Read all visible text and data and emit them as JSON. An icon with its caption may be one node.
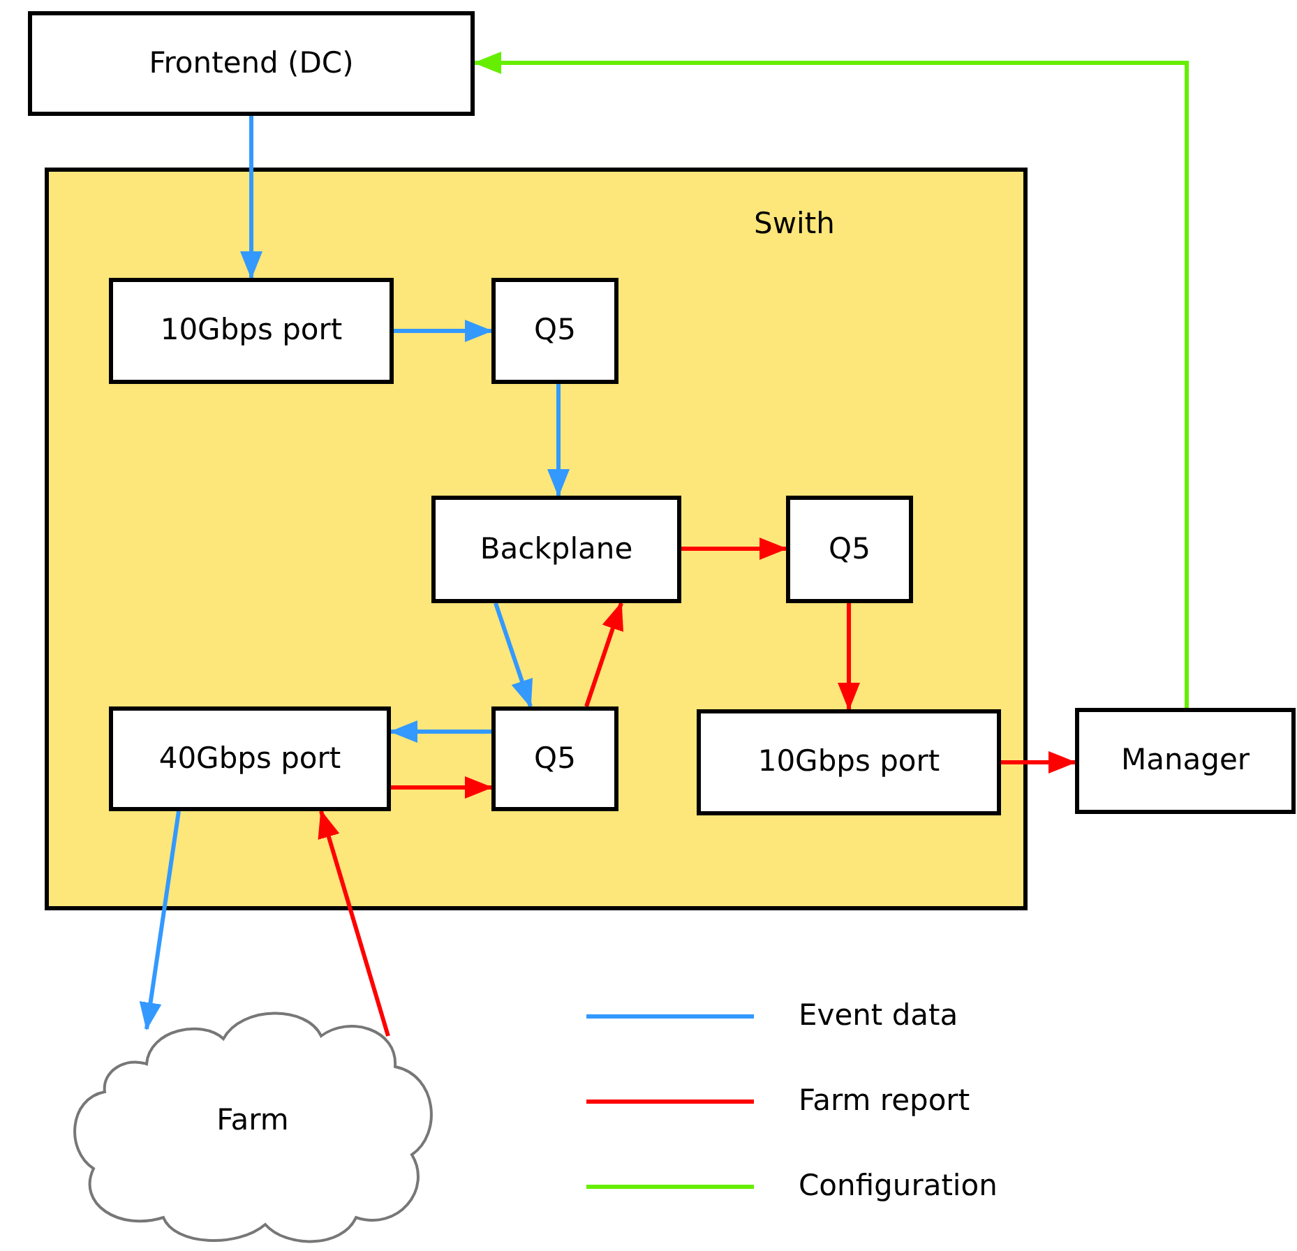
{
  "diagram": {
    "nodes": [
      {
        "text": [
          "Frontend (DC)"
        ]
      },
      {
        "text": [
          "Swith"
        ]
      },
      {
        "text": [
          "10Gbps port"
        ],
        "in": 1
      },
      {
        "text": [
          "Q5"
        ],
        "in": 1
      },
      {
        "text": [
          "Backplane"
        ],
        "in": 1
      },
      {
        "text": [
          "Q5"
        ],
        "in": 1
      },
      {
        "text": [
          "40Gbps port"
        ],
        "in": 1
      },
      {
        "text": [
          "Q5"
        ],
        "in": 1
      },
      {
        "text": [
          "10Gbps port"
        ],
        "in": 1
      },
      {
        "text": [
          "Manager"
        ]
      },
      {
        "text": [
          "Farm"
        ]
      }
    ],
    "edges": [
      {
        "from": 0,
        "to": 2,
        "arrow": "to",
        "color": "#3399ff"
      },
      {
        "from": 2,
        "to": 3,
        "arrow": "to",
        "color": "#3399ff"
      },
      {
        "from": 3,
        "to": 4,
        "arrow": "to",
        "color": "#3399ff"
      },
      {
        "from": 4,
        "to": 5,
        "arrow": "to",
        "color": "#ff0000"
      },
      {
        "from": 5,
        "to": 8,
        "arrow": "to",
        "color": "#ff0000"
      },
      {
        "from": 8,
        "to": 9,
        "arrow": "to",
        "color": "#ff0000"
      },
      {
        "from": 9,
        "to": 0,
        "arrow": "to",
        "color": "#66ee00"
      },
      {
        "from": 4,
        "to": 7,
        "arrow": "to",
        "color": "#3399ff"
      },
      {
        "from": 7,
        "to": 4,
        "arrow": "to",
        "color": "#ff0000"
      },
      {
        "from": 7,
        "to": 6,
        "arrow": "to",
        "color": "#3399ff"
      },
      {
        "from": 6,
        "to": 7,
        "arrow": "to",
        "color": "#ff0000"
      },
      {
        "from": 6,
        "to": 10,
        "arrow": "to",
        "color": "#3399ff"
      },
      {
        "from": 10,
        "to": 6,
        "arrow": "to",
        "color": "#ff0000"
      }
    ],
    "legend": [
      {
        "text": "Event data"
      },
      {
        "text": "Farm report"
      },
      {
        "text": "Configuration"
      }
    ]
  }
}
